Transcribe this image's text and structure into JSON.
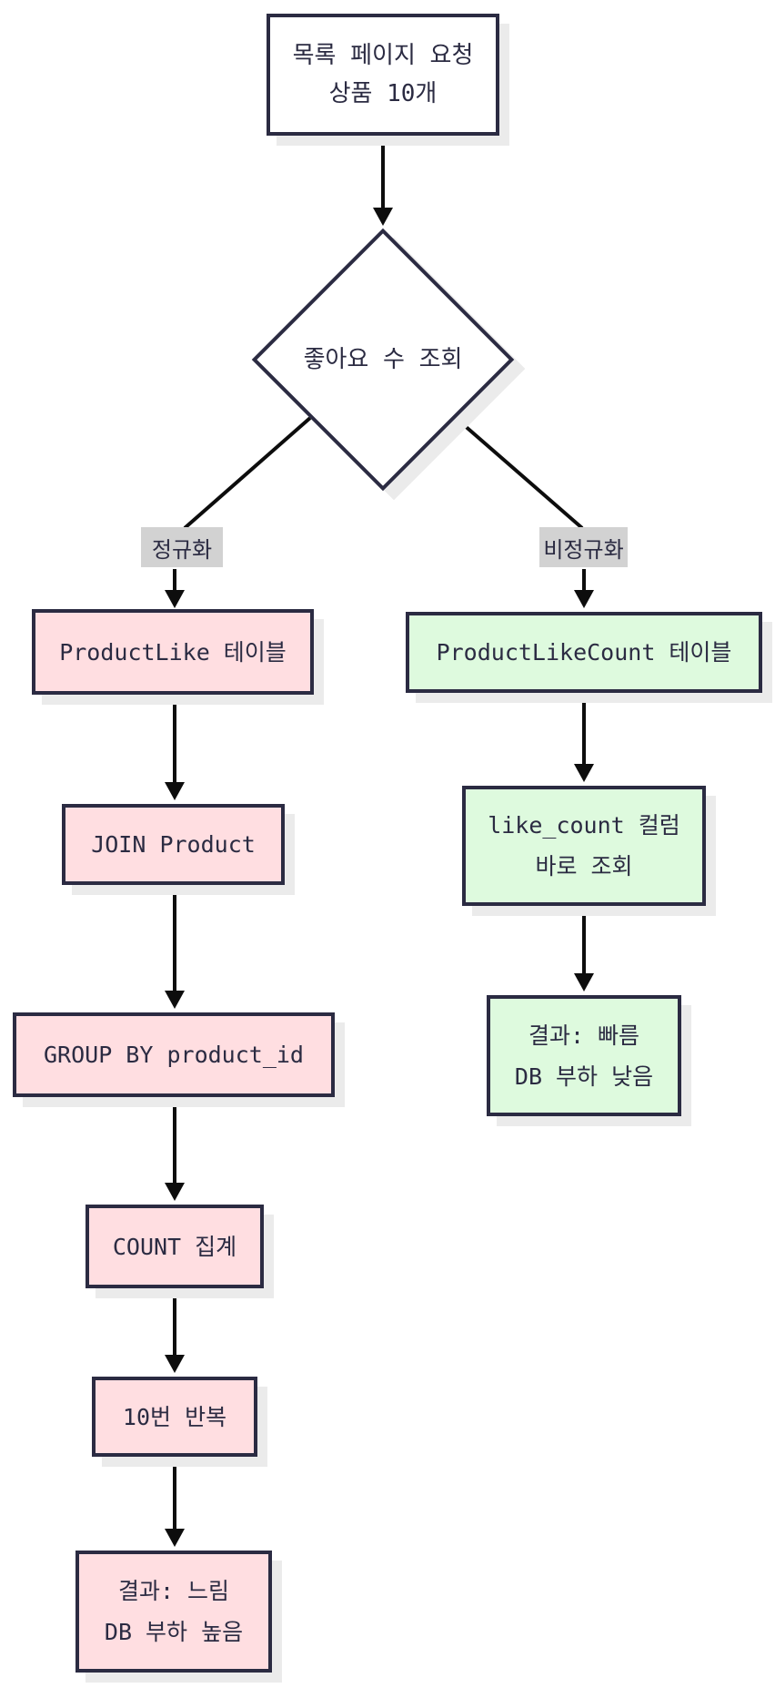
{
  "colors": {
    "ink": "#2b2b42",
    "line": "#0d0d0d",
    "pink": "#ffdee1",
    "green": "#defade",
    "label_bg": "#d2d2d2",
    "shadow": "#ebebeb",
    "node_bg": "#ffffff"
  },
  "flowchart": {
    "start": {
      "line1": "목록 페이지 요청",
      "line2": "상품 10개"
    },
    "decision": {
      "label": "좋아요 수 조회"
    },
    "branches": {
      "left": {
        "edge_label": "정규화",
        "nodes": [
          {
            "line1": "ProductLike 테이블"
          },
          {
            "line1": "JOIN Product"
          },
          {
            "line1": "GROUP BY product_id"
          },
          {
            "line1": "COUNT 집계"
          },
          {
            "line1": "10번 반복"
          },
          {
            "line1": "결과: 느림",
            "line2": "DB 부하 높음"
          }
        ]
      },
      "right": {
        "edge_label": "비정규화",
        "nodes": [
          {
            "line1": "ProductLikeCount 테이블"
          },
          {
            "line1": "like_count 컬럼",
            "line2": "바로 조회"
          },
          {
            "line1": "결과: 빠름",
            "line2": "DB 부하 낮음"
          }
        ]
      }
    }
  }
}
